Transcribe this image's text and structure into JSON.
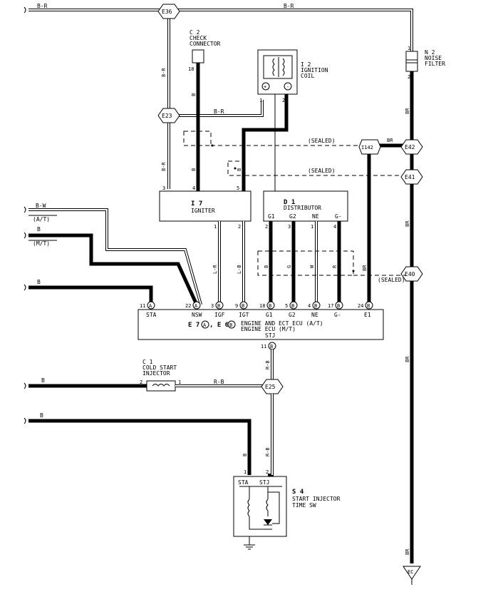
{
  "wire_colors": {
    "br": "B-R",
    "b": "B",
    "bw": "B-W",
    "lr": "L-R",
    "lb": "L-B",
    "br2": "BR",
    "rb": "R-B",
    "g": "G",
    "w": "W",
    "r": "R"
  },
  "connectors": {
    "e36": "E36",
    "e23": "E23",
    "e42": "E42",
    "e41": "E41",
    "e40": "E40",
    "e25": "E25",
    "i142": "I142",
    "ec": "EC"
  },
  "components": {
    "c2": {
      "id": "C 2",
      "line1": "CHECK",
      "line2": "CONNECTOR",
      "pin": "18"
    },
    "i2": {
      "id": "I 2",
      "line1": "IGNITION",
      "line2": "COIL",
      "pin1": "1",
      "pin2": "2"
    },
    "n2": {
      "id": "N 2",
      "line1": "NOISE",
      "line2": "FILTER",
      "pin1": "1",
      "pin2": "2"
    },
    "i7": {
      "id": "I 7",
      "name": "IGNITER",
      "pin3": "3",
      "pin4": "4",
      "pin5": "5",
      "pin1": "1",
      "pin2": "2"
    },
    "d1": {
      "id": "D 1",
      "name": "DISTRIBUTOR",
      "g1": "G1",
      "g2": "G2",
      "ne": "NE",
      "gm": "G-",
      "p2": "2",
      "p3": "3",
      "p1": "1",
      "p4": "4"
    },
    "ecu": {
      "id_a": "E 7",
      "sep": ", E 6",
      "line1": "ENGINE AND ECT ECU (A/T)",
      "line2": "ENGINE ECU (M/T)",
      "pins": [
        {
          "num": "11",
          "conn": "A",
          "label": "STA"
        },
        {
          "num": "22",
          "conn": "A",
          "label": "NSW"
        },
        {
          "num": "3",
          "conn": "B",
          "label": "IGF"
        },
        {
          "num": "9",
          "conn": "B",
          "label": "IGT"
        },
        {
          "num": "18",
          "conn": "B",
          "label": "G1"
        },
        {
          "num": "5",
          "conn": "B",
          "label": "G2"
        },
        {
          "num": "4",
          "conn": "B",
          "label": "NE"
        },
        {
          "num": "17",
          "conn": "B",
          "label": "G-"
        },
        {
          "num": "24",
          "conn": "B",
          "label": "E1"
        }
      ],
      "stj_label": "STJ",
      "stj_num": "11",
      "stj_conn": "B",
      "conn_a": "A",
      "conn_b": "B"
    },
    "c1": {
      "id": "C 1",
      "line1": "COLD START",
      "line2": "INJECTOR",
      "pin2": "2",
      "pin1": "1"
    },
    "s4": {
      "id": "S 4",
      "line1": "START INJECTOR",
      "line2": "TIME SW",
      "pin1": "1",
      "pin2": "2",
      "sta": "STA",
      "stj": "STJ"
    }
  },
  "sealed": "(SEALED)",
  "at": "(A/T)",
  "mt": "(M/T)"
}
